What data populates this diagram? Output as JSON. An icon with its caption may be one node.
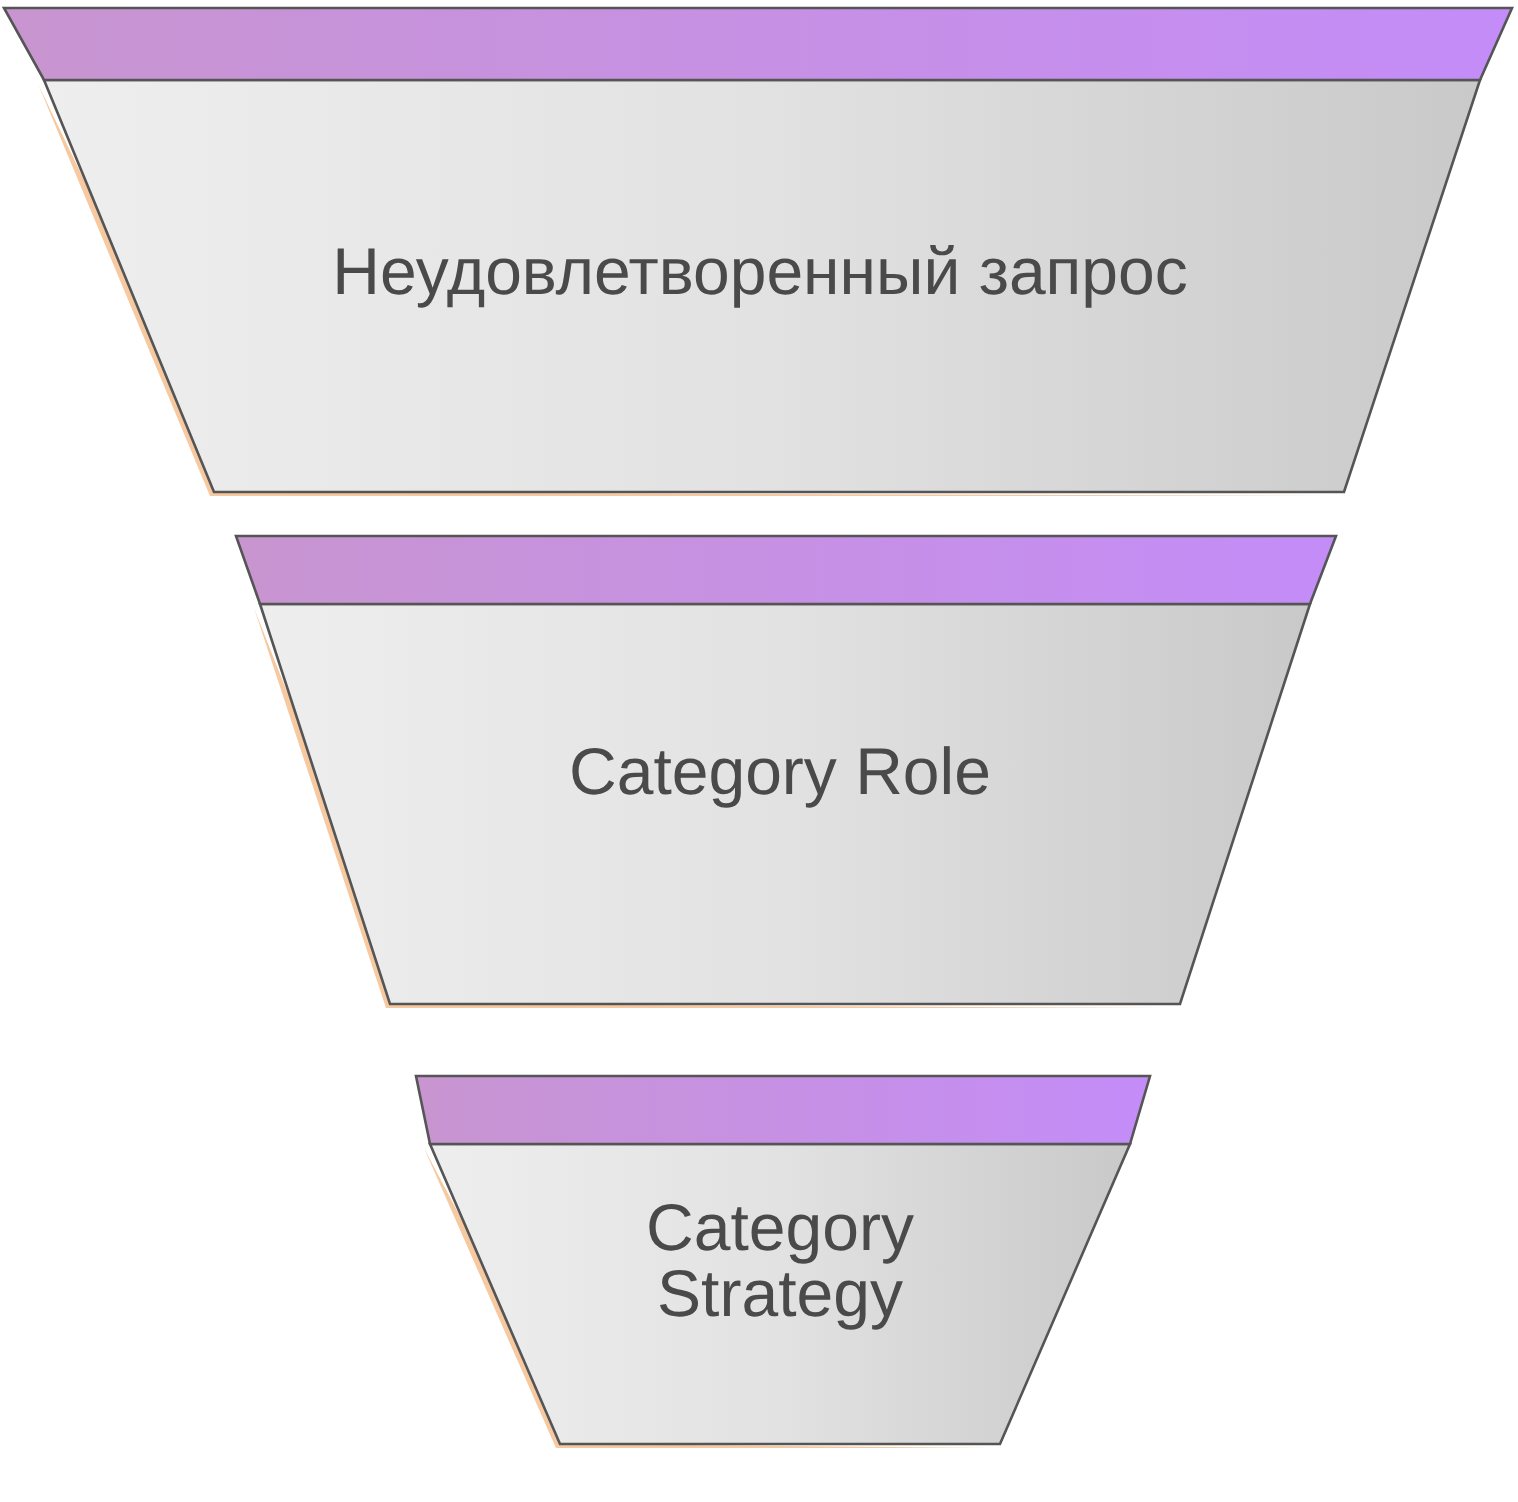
{
  "diagram": {
    "nodes": [
      {
        "text": [
          "Неудовлетворенный запрос"
        ]
      },
      {
        "text": [
          "Category Role"
        ]
      },
      {
        "text": [
          "Category Strategy"
        ]
      }
    ]
  }
}
